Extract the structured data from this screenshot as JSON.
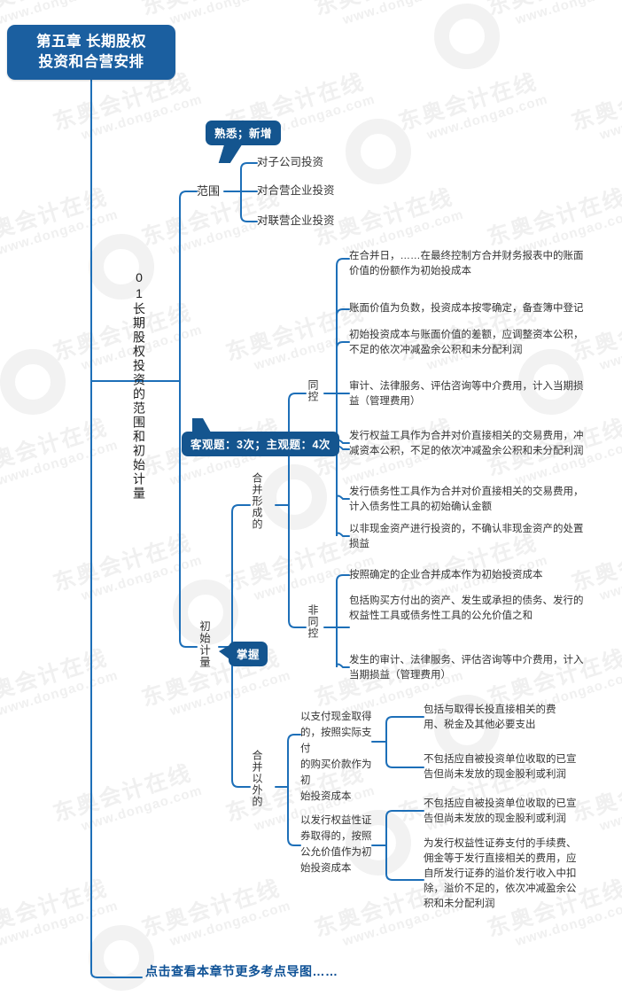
{
  "title": {
    "text": "第五章 长期股权\n投资和合营安排"
  },
  "colors": {
    "brand": "#14558f",
    "node_line": "#1d6fb8",
    "title_bg": "#1b5fa0",
    "text": "#333333",
    "link": "#0f5296",
    "watermark": "#f0f0f0"
  },
  "watermark": {
    "line1": "东奥会计在线",
    "line2": "www.dongao.com"
  },
  "badges": {
    "familiar": "熟悉；新增",
    "frequency": "客观题：3次；主观题：4次",
    "master": "掌握"
  },
  "root_branch": {
    "label": "01长期股权投资的范围和初始计量"
  },
  "branches": [
    {
      "label": "范围",
      "children": [
        {
          "label": "对子公司投资"
        },
        {
          "label": "对合营企业投资"
        },
        {
          "label": "对联营企业投资"
        }
      ]
    },
    {
      "label": "初始计量",
      "children": [
        {
          "label": "合并形成的",
          "children": [
            {
              "label": "同控",
              "children": [
                {
                  "label": "在合并日，……在最终控制方合并财务报表中的账面\n价值的份额作为初始投成本"
                },
                {
                  "label": "账面价值为负数，投资成本按零确定，备查簿中登记"
                },
                {
                  "label": "初始投资成本与账面价值的差额，应调整资本公积，\n不足的依次冲减盈余公积和未分配利润"
                },
                {
                  "label": "审计、法律服务、评估咨询等中介费用，计入当期损\n益（管理费用）"
                },
                {
                  "label": "发行权益工具作为合并对价直接相关的交易费用，冲\n减资本公积，不足的依次冲减盈余公积和未分配利润"
                },
                {
                  "label": "发行债务性工具作为合并对价直接相关的交易费用，\n计入债务性工具的初始确认金额"
                },
                {
                  "label": "以非现金资产进行投资的，不确认非现金资产的处置\n损益"
                }
              ]
            },
            {
              "label": "非同控",
              "children": [
                {
                  "label": "按照确定的企业合并成本作为初始投资成本"
                },
                {
                  "label": "包括购买方付出的资产、发生或承担的债务、发行的\n权益性工具或债务性工具的公允价值之和"
                },
                {
                  "label": "发生的审计、法律服务、评估咨询等中介费用，计入\n当期损益（管理费用）"
                }
              ]
            }
          ]
        },
        {
          "label": "合并以外的",
          "children": [
            {
              "label": "以支付现金取得\n的，按照实际支付\n的购买价款作为初\n始投资成本",
              "children": [
                {
                  "label": "包括与取得长投直接相关的费\n用、税金及其他必要支出"
                },
                {
                  "label": "不包括应自被投资单位收取的已宣\n告但尚未发放的现金股利或利润"
                }
              ]
            },
            {
              "label": "以发行权益性证\n券取得的，按照\n公允价值作为初\n始投资成本",
              "children": [
                {
                  "label": "不包括应自被投资单位收取的已宣\n告但尚未发放的现金股利或利润"
                },
                {
                  "label": "为发行权益性证券支付的手续费、\n佣金等于发行直接相关的费用，应\n自所发行证券的溢价发行收入中扣\n除，溢价不足的，依次冲减盈余公\n积和未分配利润"
                }
              ]
            }
          ]
        }
      ]
    }
  ],
  "footer": {
    "link": "点击查看本章节更多考点导图……"
  }
}
